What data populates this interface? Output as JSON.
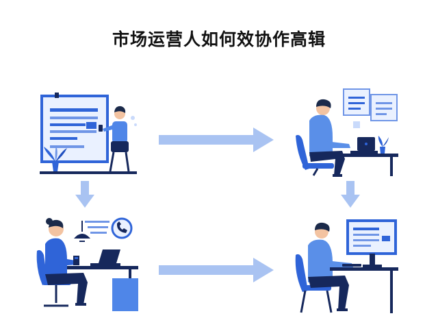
{
  "title": "市场运营人如何效协作高辑",
  "colors": {
    "accent": "#2f64d8",
    "navy": "#16285c",
    "arrow": "#a9c3f2",
    "skin": "#f3c3a1",
    "hair": "#1b2a4a",
    "screen": "#eaf1ff"
  },
  "scenes": [
    {
      "id": "presenter-at-board",
      "icons": [
        "whiteboard-icon",
        "plant-icon",
        "phone-icon"
      ]
    },
    {
      "id": "worker-at-laptop-desk",
      "icons": [
        "laptop-icon",
        "document-icon",
        "plant-icon"
      ]
    },
    {
      "id": "woman-on-call-at-desk",
      "icons": [
        "laptop-icon",
        "phone-icon",
        "lamp-icon",
        "cup-icon"
      ]
    },
    {
      "id": "man-at-monitor-desk",
      "icons": [
        "monitor-icon",
        "chair-icon"
      ]
    }
  ],
  "flow": [
    "right",
    "down",
    "down",
    "right"
  ]
}
